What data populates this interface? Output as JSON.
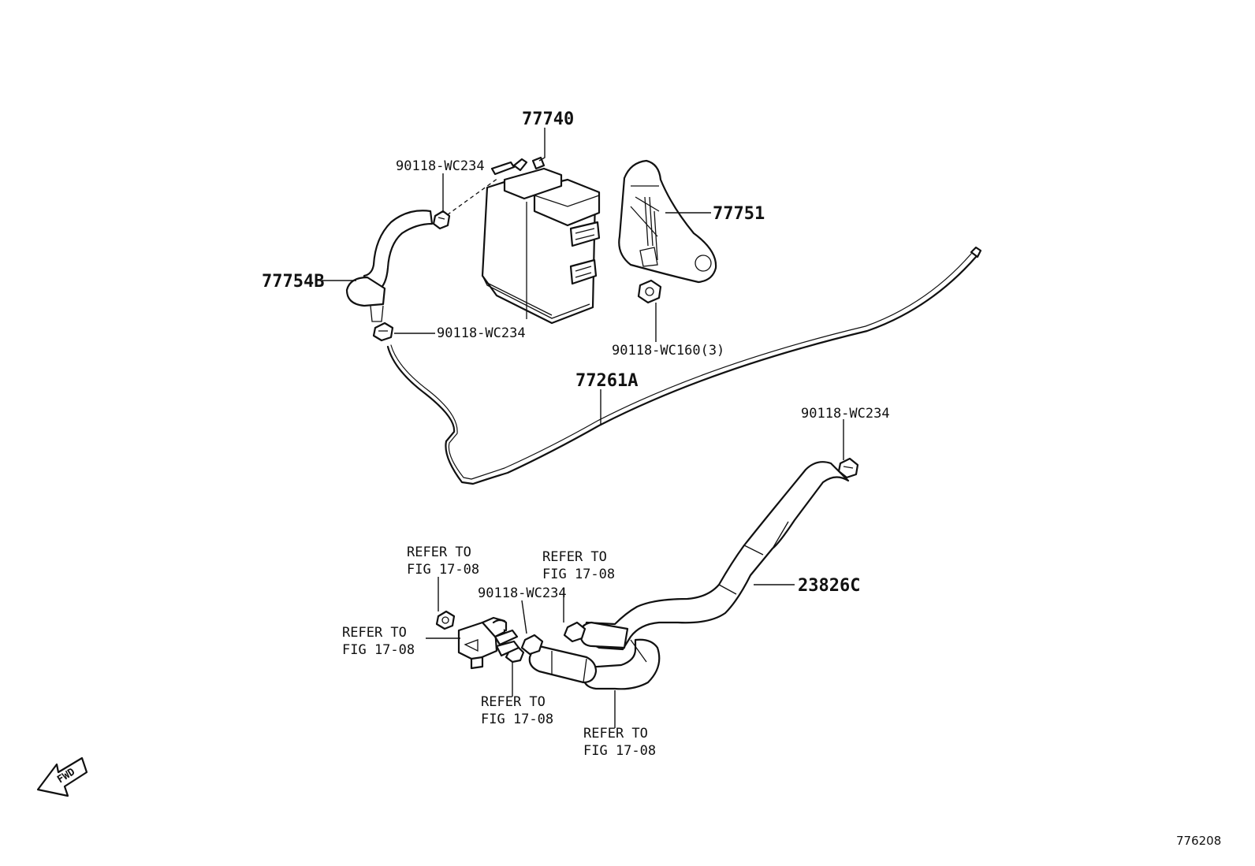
{
  "figure_id": "776208",
  "fwd_label": "FWD",
  "callouts": {
    "canister": "77740",
    "canister_cover": "77751",
    "hose_upper": "77754B",
    "clamp_top": "90118-WC234",
    "clamp_mid": "90118-WC234",
    "clamp_right": "90118-WC234",
    "clamp_lower": "90118-WC234",
    "clamp_nut": "90118-WC160(3)",
    "pipe": "77261A",
    "hose_lower": "23826C"
  },
  "references": [
    {
      "line1": "REFER TO",
      "line2": "FIG 17-08"
    },
    {
      "line1": "REFER TO",
      "line2": "FIG 17-08"
    },
    {
      "line1": "REFER TO",
      "line2": "FIG 17-08"
    },
    {
      "line1": "REFER TO",
      "line2": "FIG 17-08"
    },
    {
      "line1": "REFER TO",
      "line2": "FIG 17-08"
    }
  ]
}
